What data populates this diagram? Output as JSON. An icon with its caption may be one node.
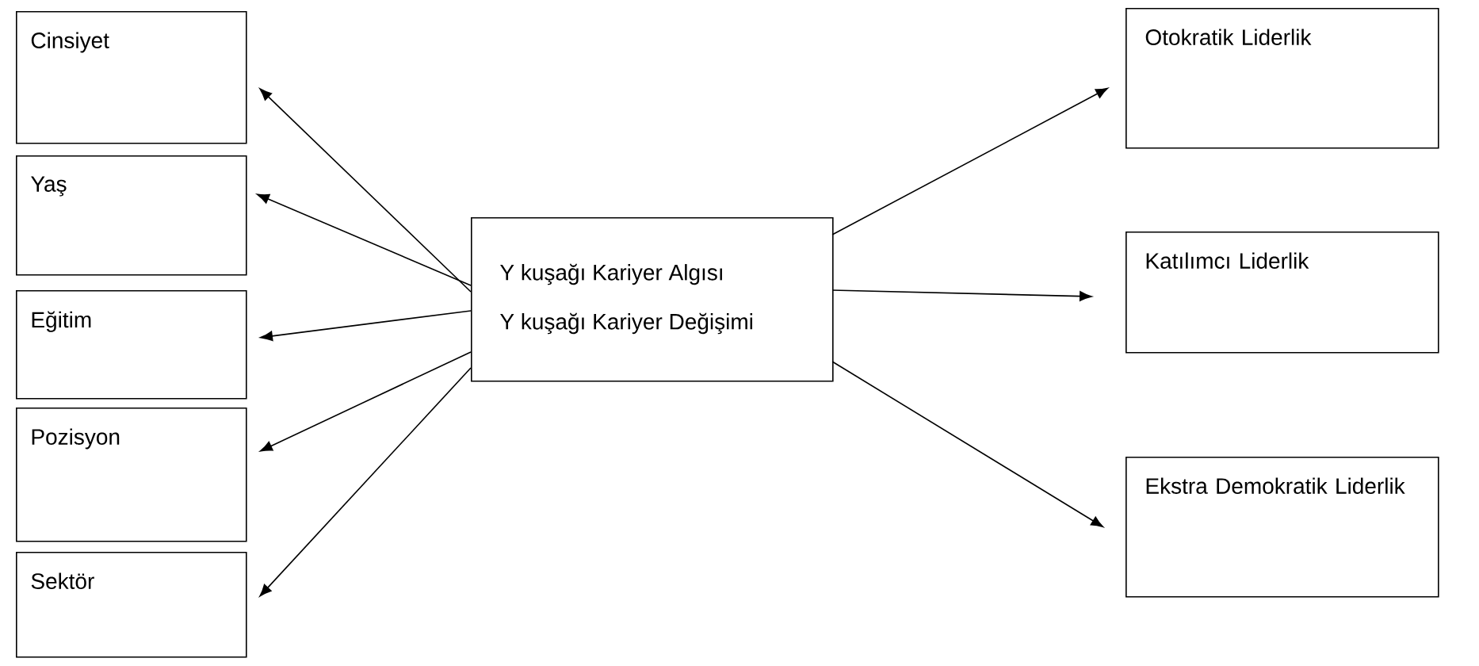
{
  "diagram": {
    "nodes": [
      {
        "text": [
          "Y kuşağı Kariyer Algısı",
          "Y kuşağı Kariyer Değişimi"
        ]
      },
      {
        "text": [
          "Cinsiyet"
        ]
      },
      {
        "text": [
          "Yaş"
        ]
      },
      {
        "text": [
          "Eğitim"
        ]
      },
      {
        "text": [
          "Pozisyon"
        ]
      },
      {
        "text": [
          "Sektör"
        ]
      },
      {
        "text": [
          "Otokratik Liderlik"
        ]
      },
      {
        "text": [
          "Katılımcı Liderlik"
        ]
      },
      {
        "text": [
          "Ekstra Demokratik Liderlik"
        ]
      }
    ],
    "edges": [
      {
        "from": 0,
        "to": 1,
        "arrow": "to"
      },
      {
        "from": 0,
        "to": 2,
        "arrow": "to"
      },
      {
        "from": 0,
        "to": 3,
        "arrow": "to"
      },
      {
        "from": 0,
        "to": 4,
        "arrow": "to"
      },
      {
        "from": 0,
        "to": 5,
        "arrow": "to"
      },
      {
        "from": 0,
        "to": 6,
        "arrow": "to"
      },
      {
        "from": 0,
        "to": 7,
        "arrow": "to"
      },
      {
        "from": 0,
        "to": 8,
        "arrow": "to"
      }
    ]
  }
}
